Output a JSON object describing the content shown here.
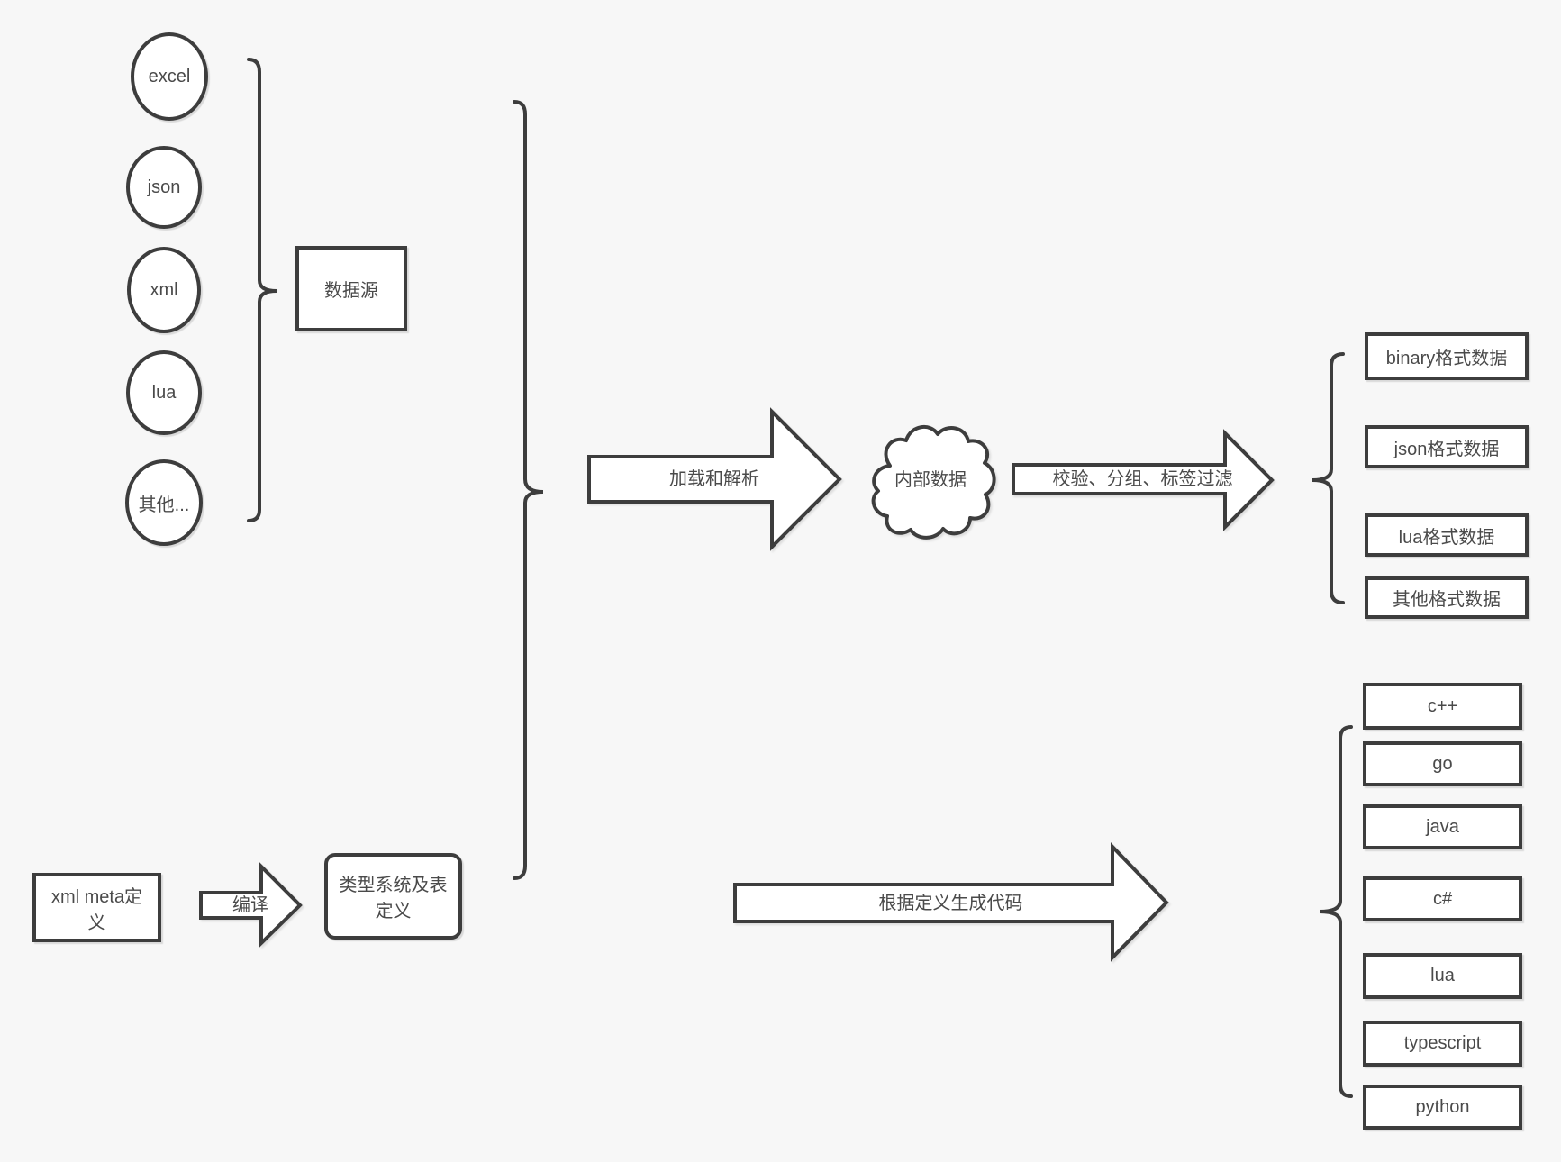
{
  "diagram": {
    "background": "#f7f7f7",
    "stroke_color": "#3d3d3d",
    "shape_fill": "#ffffff",
    "text_color": "#4a4a4a"
  },
  "sources": {
    "group_label": "数据源",
    "items": [
      "excel",
      "json",
      "xml",
      "lua",
      "其他..."
    ]
  },
  "flow": {
    "load_parse_arrow": "加载和解析",
    "internal_data_cloud": "内部数据",
    "filter_arrow": "校验、分组、标签过滤",
    "compile_arrow": "编译",
    "codegen_arrow": "根据定义生成代码"
  },
  "definitions": {
    "xml_meta": "xml meta定义",
    "type_system": "类型系统及表定义"
  },
  "outputs": {
    "formats": [
      "binary格式数据",
      "json格式数据",
      "lua格式数据",
      "其他格式数据"
    ],
    "languages": [
      "c++",
      "go",
      "java",
      "c#",
      "lua",
      "typescript",
      "python"
    ]
  }
}
